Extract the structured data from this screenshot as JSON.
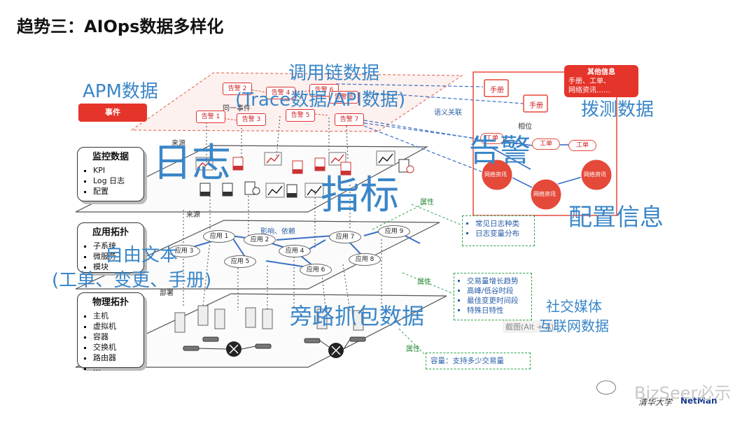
{
  "title": "趋势三：AIOps数据多样化",
  "overlay": {
    "apm": "APM数据",
    "trace1": "调用链数据",
    "trace2": "(Trace数据/API数据)",
    "bochuo": "拨测数据",
    "log": "日志",
    "metric": "指标",
    "alarm": "告警",
    "config": "配置信息",
    "freetext1": "自由文本",
    "freetext2": "(工单、变更、手册)",
    "packet": "旁路抓包数据",
    "social1": "社交媒体",
    "social2": "互联网数据"
  },
  "event_label": "事件",
  "alerts": [
    "告警 1",
    "告警 2",
    "告警 3",
    "告警 4",
    "告警 5",
    "告警 6",
    "告警 7",
    "告警 8"
  ],
  "alert_link": "同一事件",
  "semantic_link": "语义关联",
  "monitor": {
    "title": "监控数据",
    "items": [
      "KPI",
      "Log 日志",
      "配置"
    ]
  },
  "apptopo": {
    "title": "应用拓扑",
    "items": [
      "子系统",
      "微服务",
      "模块"
    ]
  },
  "phystopo": {
    "title": "物理拓扑",
    "items": [
      "主机",
      "虚拟机",
      "容器",
      "交换机",
      "路由器",
      "…"
    ]
  },
  "layer_labels": {
    "source1": "来源",
    "source2": "来源",
    "influence": "影响、依赖",
    "deploy": "部署"
  },
  "apps": [
    "应用 1",
    "应用 2",
    "应用 3",
    "应用 4",
    "应用 5",
    "应用 6",
    "应用 7",
    "应用 8",
    "应用 9"
  ],
  "attr_label": "属性",
  "attr_log": [
    "常见日志种类",
    "日志变量分布"
  ],
  "attr_metric": [
    "交易量增长趋势",
    "高峰/低谷时段",
    "最佳变更时间段",
    "特殊日特性"
  ],
  "attr_capacity": "容量：支持多少交易量",
  "other_info": {
    "title": "其他信息",
    "items": [
      "手册、工单、",
      "网络资讯……"
    ]
  },
  "manual": "手册",
  "ticket": "工单",
  "locate": "相位",
  "web": "网络资讯",
  "screenshot_hint": "截图(Alt + A)",
  "watermark": "BizSeer必示",
  "logos": {
    "left": "清华大学",
    "right": "NetMan"
  },
  "colors": {
    "blue": "#3a86c8",
    "red": "#e53a2a",
    "green": "#2ca24a"
  }
}
